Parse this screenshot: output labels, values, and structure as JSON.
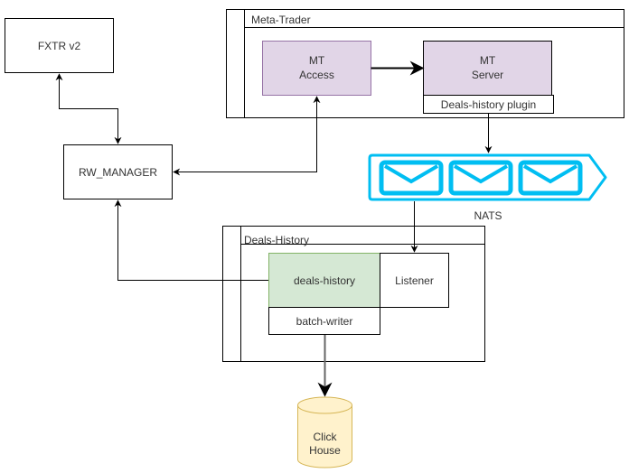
{
  "diagram": {
    "nodes": {
      "fxtr": {
        "label": "FXTR v2"
      },
      "rw_manager": {
        "label": "RW_MANAGER"
      },
      "meta_trader": {
        "label": "Meta-Trader"
      },
      "mt_access": {
        "line1": "MT",
        "line2": "Access"
      },
      "mt_server": {
        "line1": "MT",
        "line2": "Server"
      },
      "plugin": {
        "label": "Deals-history plugin"
      },
      "nats": {
        "label": "NATS"
      },
      "deals_history_pool": {
        "label": "Deals-History"
      },
      "deals_history": {
        "label": "deals-history"
      },
      "listener": {
        "label": "Listener"
      },
      "batch_writer": {
        "label": "batch-writer"
      },
      "clickhouse": {
        "line1": "Click",
        "line2": "House"
      }
    },
    "edges": [
      {
        "from": "fxtr",
        "to": "rw_manager",
        "direction": "both"
      },
      {
        "from": "mt_access",
        "to": "rw_manager",
        "direction": "both"
      },
      {
        "from": "mt_access",
        "to": "mt_server",
        "direction": "forward"
      },
      {
        "from": "plugin",
        "to": "nats",
        "direction": "forward"
      },
      {
        "from": "nats",
        "to": "listener",
        "direction": "forward"
      },
      {
        "from": "deals_history",
        "to": "rw_manager",
        "direction": "forward"
      },
      {
        "from": "batch_writer",
        "to": "clickhouse",
        "direction": "forward"
      }
    ],
    "colors": {
      "purple_fill": "#e1d5e7",
      "purple_stroke": "#9673a6",
      "green_fill": "#d5e8d4",
      "green_stroke": "#82b366",
      "nats_blue": "#00bef2",
      "db_fill": "#fff2cc",
      "db_stroke": "#d6b656"
    }
  }
}
